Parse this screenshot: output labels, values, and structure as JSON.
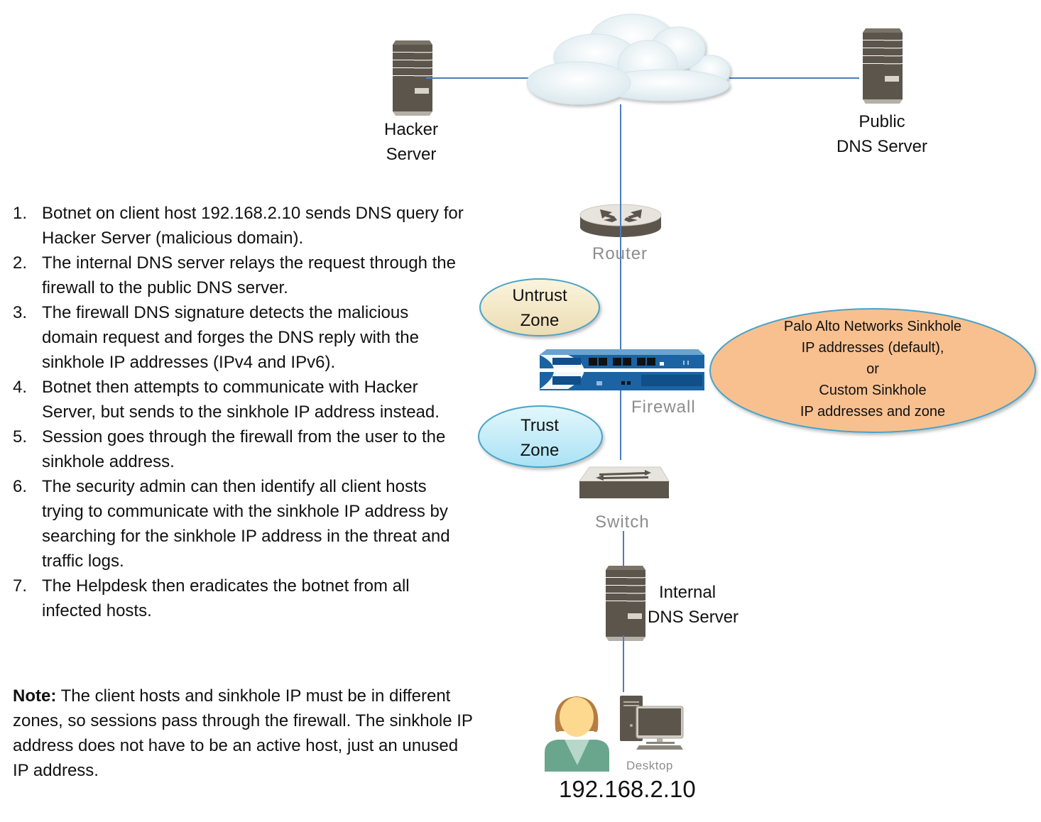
{
  "nodes": {
    "hacker_server": {
      "label_line1": "Hacker",
      "label_line2": "Server",
      "icon": "server-icon"
    },
    "public_dns": {
      "label_line1": "Public",
      "label_line2": "DNS Server",
      "icon": "server-icon"
    },
    "cloud": {
      "icon": "cloud-icon"
    },
    "router": {
      "label": "Router",
      "icon": "router-icon"
    },
    "firewall": {
      "label": "Firewall",
      "icon": "firewall-appliance-icon"
    },
    "switch": {
      "label": "Switch",
      "icon": "switch-icon"
    },
    "internal_dns": {
      "label_line1": "Internal",
      "label_line2": "DNS Server",
      "icon": "server-icon"
    },
    "desktop": {
      "label": "Desktop",
      "icon": "desktop-computer-icon"
    },
    "user": {
      "icon": "user-avatar-icon"
    },
    "client_ip": "192.168.2.10"
  },
  "zones": {
    "untrust": {
      "line1": "Untrust",
      "line2": "Zone",
      "color": "#f3e8c8"
    },
    "trust": {
      "line1": "Trust",
      "line2": "Zone",
      "color": "#bfe9f6"
    }
  },
  "sinkhole_callout": {
    "lines": [
      "Palo Alto Networks Sinkhole",
      "IP addresses (default),",
      "or",
      "Custom Sinkhole",
      "IP addresses and zone"
    ],
    "color": "#f8c08f"
  },
  "steps": [
    {
      "num": "1.",
      "text": "Botnet on  client host 192.168.2.10 sends DNS query for Hacker Server (malicious domain)."
    },
    {
      "num": "2.",
      "text": "The internal DNS server relays the request through the firewall to the public DNS server."
    },
    {
      "num": "3.",
      "text": "The firewall DNS signature detects the malicious domain request and forges the DNS reply with the sinkhole IP addresses (IPv4 and IPv6)."
    },
    {
      "num": "4.",
      "text": "Botnet then attempts to communicate with Hacker Server, but sends to the sinkhole IP address instead."
    },
    {
      "num": "5.",
      "text": "Session goes through the firewall from the user to the sinkhole address."
    },
    {
      "num": "6.",
      "text": "The security admin can then identify all client hosts trying to communicate with the sinkhole IP address by searching for the sinkhole IP address in the threat and traffic  logs."
    },
    {
      "num": "7.",
      "text": "The Helpdesk then eradicates the botnet from all infected hosts."
    }
  ],
  "note": {
    "label": "Note:",
    "text": " The client hosts and sinkhole IP must be in different zones, so sessions pass through the firewall. The sinkhole IP address does not have to be an active host, just an unused IP address."
  },
  "colors": {
    "link_line": "#4a7ebb",
    "device_body": "#5b554c",
    "firewall_blue": "#1c63a3",
    "zone_border": "#4aa3c8"
  }
}
